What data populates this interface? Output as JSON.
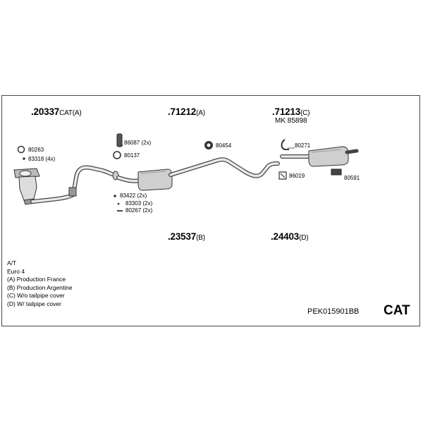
{
  "main_parts": [
    {
      "number": ".20337",
      "suffix": "CAT(A)"
    },
    {
      "number": ".71212",
      "suffix": "(A)"
    },
    {
      "number": ".71213",
      "suffix": "(C)"
    },
    {
      "number": ".23537",
      "suffix": "(B)"
    },
    {
      "number": ".24403",
      "suffix": "(D)"
    }
  ],
  "mk_label": "MK 85898",
  "small_parts": [
    "80263",
    "83318 (4x)",
    "86087 (2x)",
    "80137",
    "80454",
    "80271",
    "86019",
    "80591",
    "83422 (2x)",
    "83303 (2x)",
    "80267 (2x)"
  ],
  "notes": [
    "A/T",
    "Euro 4",
    "(A) Production France",
    "(B) Production Argentine",
    "(C) W/o tailpipe cover",
    "(D) W/ tailpipe cover"
  ],
  "kit_code": "PEK015901BB",
  "badge": "CAT"
}
